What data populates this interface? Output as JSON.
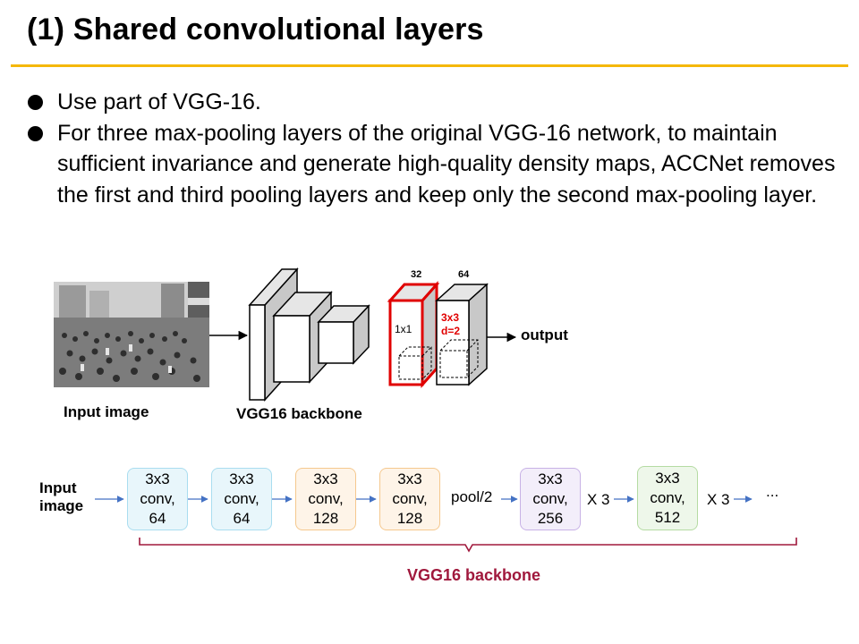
{
  "slide": {
    "title": "(1) Shared convolutional layers",
    "bullets": [
      "Use part of VGG-16.",
      "For three max-pooling layers of the original VGG-16 network, to maintain sufficient invariance and generate high-quality density maps, ACCNet removes the first and third pooling layers and keep only the second max-pooling layer."
    ]
  },
  "top_diagram": {
    "input_label": "Input image",
    "backbone_label": "VGG16 backbone",
    "channels_a": "32",
    "channels_b": "64",
    "kernel_a": "1x1",
    "kernel_b_line1": "3x3",
    "kernel_b_line2": "d=2",
    "output_label": "output"
  },
  "pipeline": {
    "input_line1": "Input",
    "input_line2": "image",
    "stages": [
      {
        "l1": "3x3",
        "l2": "conv,",
        "l3": "64"
      },
      {
        "l1": "3x3",
        "l2": "conv,",
        "l3": "64"
      },
      {
        "l1": "3x3",
        "l2": "conv,",
        "l3": "128"
      },
      {
        "l1": "3x3",
        "l2": "conv,",
        "l3": "128"
      },
      {
        "l1": "3x3",
        "l2": "conv,",
        "l3": "256"
      },
      {
        "l1": "3x3",
        "l2": "conv,",
        "l3": "512"
      }
    ],
    "pool_label": "pool/2",
    "repeat_a": "X 3",
    "repeat_b": "X 3",
    "ellipsis": "...",
    "brace_label": "VGG16 backbone"
  },
  "colors": {
    "title_rule": "#F5B80A",
    "highlight_red": "#E00000",
    "brace": "#A0183C",
    "arrow_blue": "#4472C4",
    "stage_blue_fill": "#E8F6FB",
    "stage_blue_border": "#A9DDF0",
    "stage_orange_fill": "#FEF4E8",
    "stage_orange_border": "#F5C88E",
    "stage_purple_fill": "#F3EEFA",
    "stage_purple_border": "#C8B2E6",
    "stage_green_fill": "#EEF7EA",
    "stage_green_border": "#B5DBA3"
  }
}
